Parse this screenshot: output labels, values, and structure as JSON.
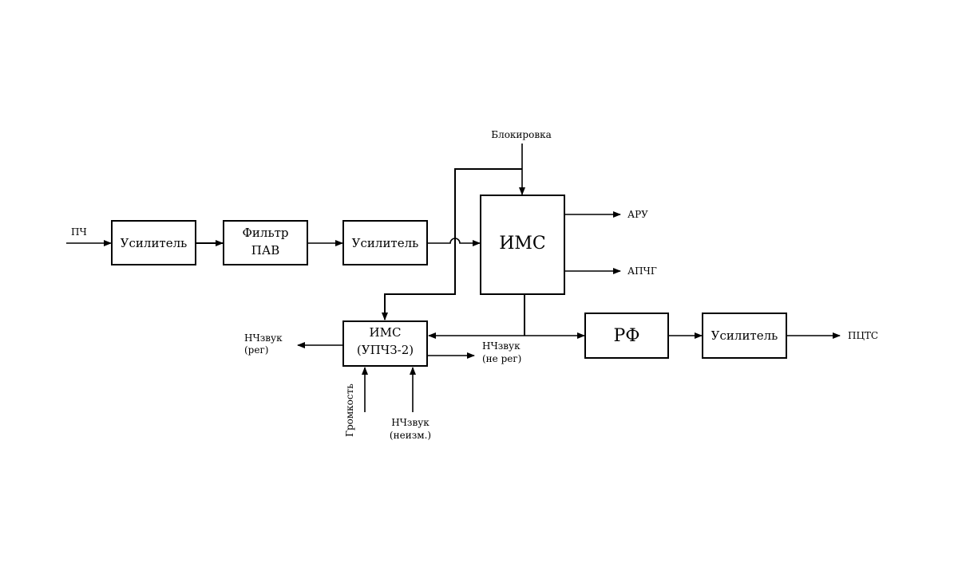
{
  "blocks": {
    "amp1": "Усилитель",
    "saw_filter": [
      "Фильтр",
      "ПАВ"
    ],
    "amp2": "Усилитель",
    "ims_main": "ИМС",
    "ims_sound": [
      "ИМС",
      "(УПЧЗ-2)"
    ],
    "rf": "РФ",
    "amp3": "Усилитель"
  },
  "signals": {
    "pch": "ПЧ",
    "blokirovka": "Блокировка",
    "aru": "АРУ",
    "apchg": "АПЧГ",
    "nch_reg": [
      "НЧзвук",
      "(рег)"
    ],
    "nch_ne_reg": [
      "НЧзвук",
      "(не рег)"
    ],
    "volume": "Громкость",
    "nch_neizm": [
      "НЧзвук",
      "(неизм.)"
    ],
    "pctc": "ПЦТС"
  }
}
